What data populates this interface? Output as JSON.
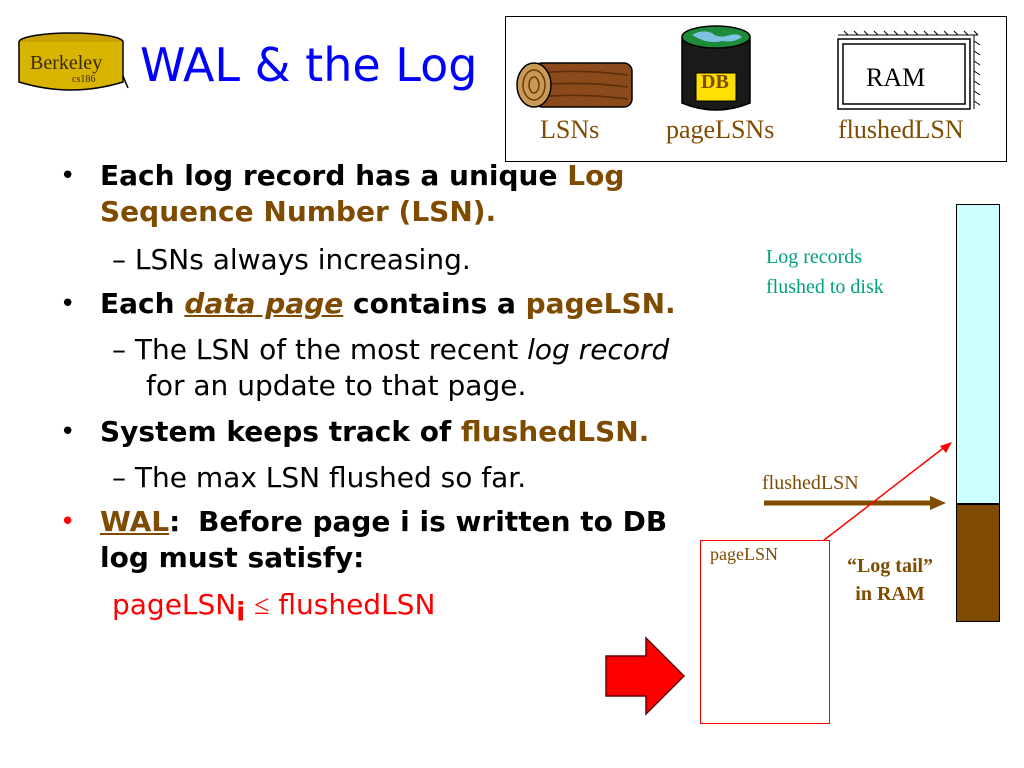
{
  "logo": {
    "text": "Berkeley",
    "sub": "cs186"
  },
  "title": "WAL & the Log",
  "icons": {
    "db_label": "DB",
    "ram_label": "RAM",
    "lsns_label": "LSNs",
    "pagelsns_label": "pageLSNs",
    "flushedlsn_label": "flushedLSN"
  },
  "bullets": {
    "b1_black": "Each log record has a unique ",
    "b1_brown": "Log Sequence Number (LSN).",
    "b1_sub": "LSNs always increasing.",
    "b2_a": "Each ",
    "b2_link": "data page",
    "b2_b": " contains a ",
    "b2_brown": "pageLSN.",
    "b2_sub_a": "The LSN of the most recent ",
    "b2_sub_italic": "log record",
    "b2_sub_b": "for an update to that page.",
    "b3_black": "System keeps track of ",
    "b3_brown": "flushedLSN.",
    "b3_sub": "The max LSN flushed so far.",
    "b4_wal": "WAL",
    "b4_colon": ":",
    "b4_rest": "Before page i is written to DB",
    "b4_rest2": "log must satisfy:",
    "formula_left": "pageLSN",
    "formula_sub": "i",
    "formula_op": "≤",
    "formula_right": "flushedLSN"
  },
  "diagram": {
    "log_records_line1": "Log records",
    "log_records_line2": "flushed to disk",
    "flushedlsn": "flushedLSN",
    "pagelsn": "pageLSN",
    "log_tail_line1": "“Log tail”",
    "log_tail_line2": "in RAM"
  },
  "colors": {
    "title": "#0000ff",
    "brown": "#7f4b00",
    "red": "#ff0000",
    "teal": "#00a080",
    "disk_fill": "#ccffff",
    "ram_fill": "#7f4b00"
  }
}
